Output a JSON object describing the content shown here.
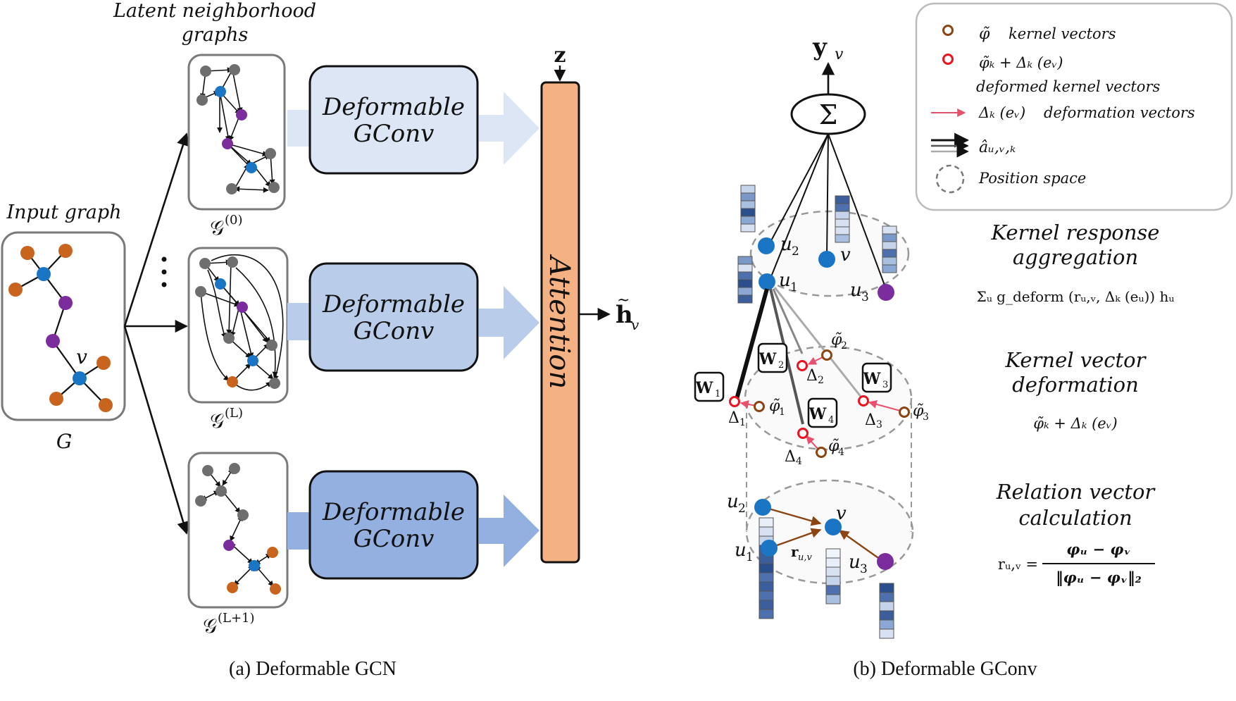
{
  "panel_a": {
    "input_graph_label": "Input graph",
    "input_graph_symbol": "G",
    "latent_title_line1": "Latent neighborhood",
    "latent_title_line2": "graphs",
    "graph_labels": [
      "𝒢",
      "𝒢",
      "𝒢"
    ],
    "graph_label_sup": [
      "(0)",
      "(L)",
      "(L+1)"
    ],
    "node_v": "v",
    "block_line1": "Deformable",
    "block_line2": "GConv",
    "attention": "Attention",
    "z": "z",
    "output_h": "h",
    "output_h_sub": "v",
    "caption": "(a) Deformable GCN"
  },
  "panel_b": {
    "top_y": "y",
    "top_y_sub": "v",
    "sigma": "Σ",
    "nodes": {
      "u1": "u",
      "u2": "u",
      "u3": "u",
      "v": "v",
      "sub1": "1",
      "sub2": "2",
      "sub3": "3"
    },
    "weights": [
      "W",
      "W",
      "W",
      "W"
    ],
    "weight_subs": [
      "1",
      "2",
      "3",
      "4"
    ],
    "phi": "φ̃",
    "delta": "Δ",
    "r_uv": "r",
    "r_uv_sub": "u,v",
    "caption": "(b) Deformable GConv"
  },
  "legend": {
    "kernel_vectors": "kernel vectors",
    "deformed_formula": "φ̃ₖ + Δₖ (eᵥ)",
    "deformed_kernel_vectors": "deformed kernel vectors",
    "deformation_formula": "Δₖ (eᵥ)",
    "deformation_vectors": "deformation vectors",
    "a_uvk": "âᵤ,ᵥ,ₖ",
    "position_space": "Position space"
  },
  "right_text": {
    "agg_title_1": "Kernel response",
    "agg_title_2": "aggregation",
    "agg_formula": "Σᵤ g_deform (rᵤ,ᵥ, Δₖ (eᵤ)) hᵤ",
    "def_title_1": "Kernel vector",
    "def_title_2": "deformation",
    "def_formula": "φ̃ₖ + Δₖ (eᵥ)",
    "rel_title_1": "Relation vector",
    "rel_title_2": "calculation",
    "rel_lhs": "rᵤ,ᵥ =",
    "rel_num": "φᵤ − φᵥ",
    "rel_den": "‖φᵤ − φᵥ‖₂"
  },
  "colors": {
    "orange_node": "#c8641e",
    "blue_node": "#1a76c4",
    "purple_node": "#7b2d9e",
    "gray_node": "#6e6e6e",
    "block_light": "#dce6f5",
    "block_mid": "#b9cdea",
    "block_dark": "#93b0e0",
    "attention": "#f4b183",
    "kernel_brown": "#8b4513",
    "deformed_red": "#e8141e",
    "deform_arrow": "#e8506e"
  }
}
